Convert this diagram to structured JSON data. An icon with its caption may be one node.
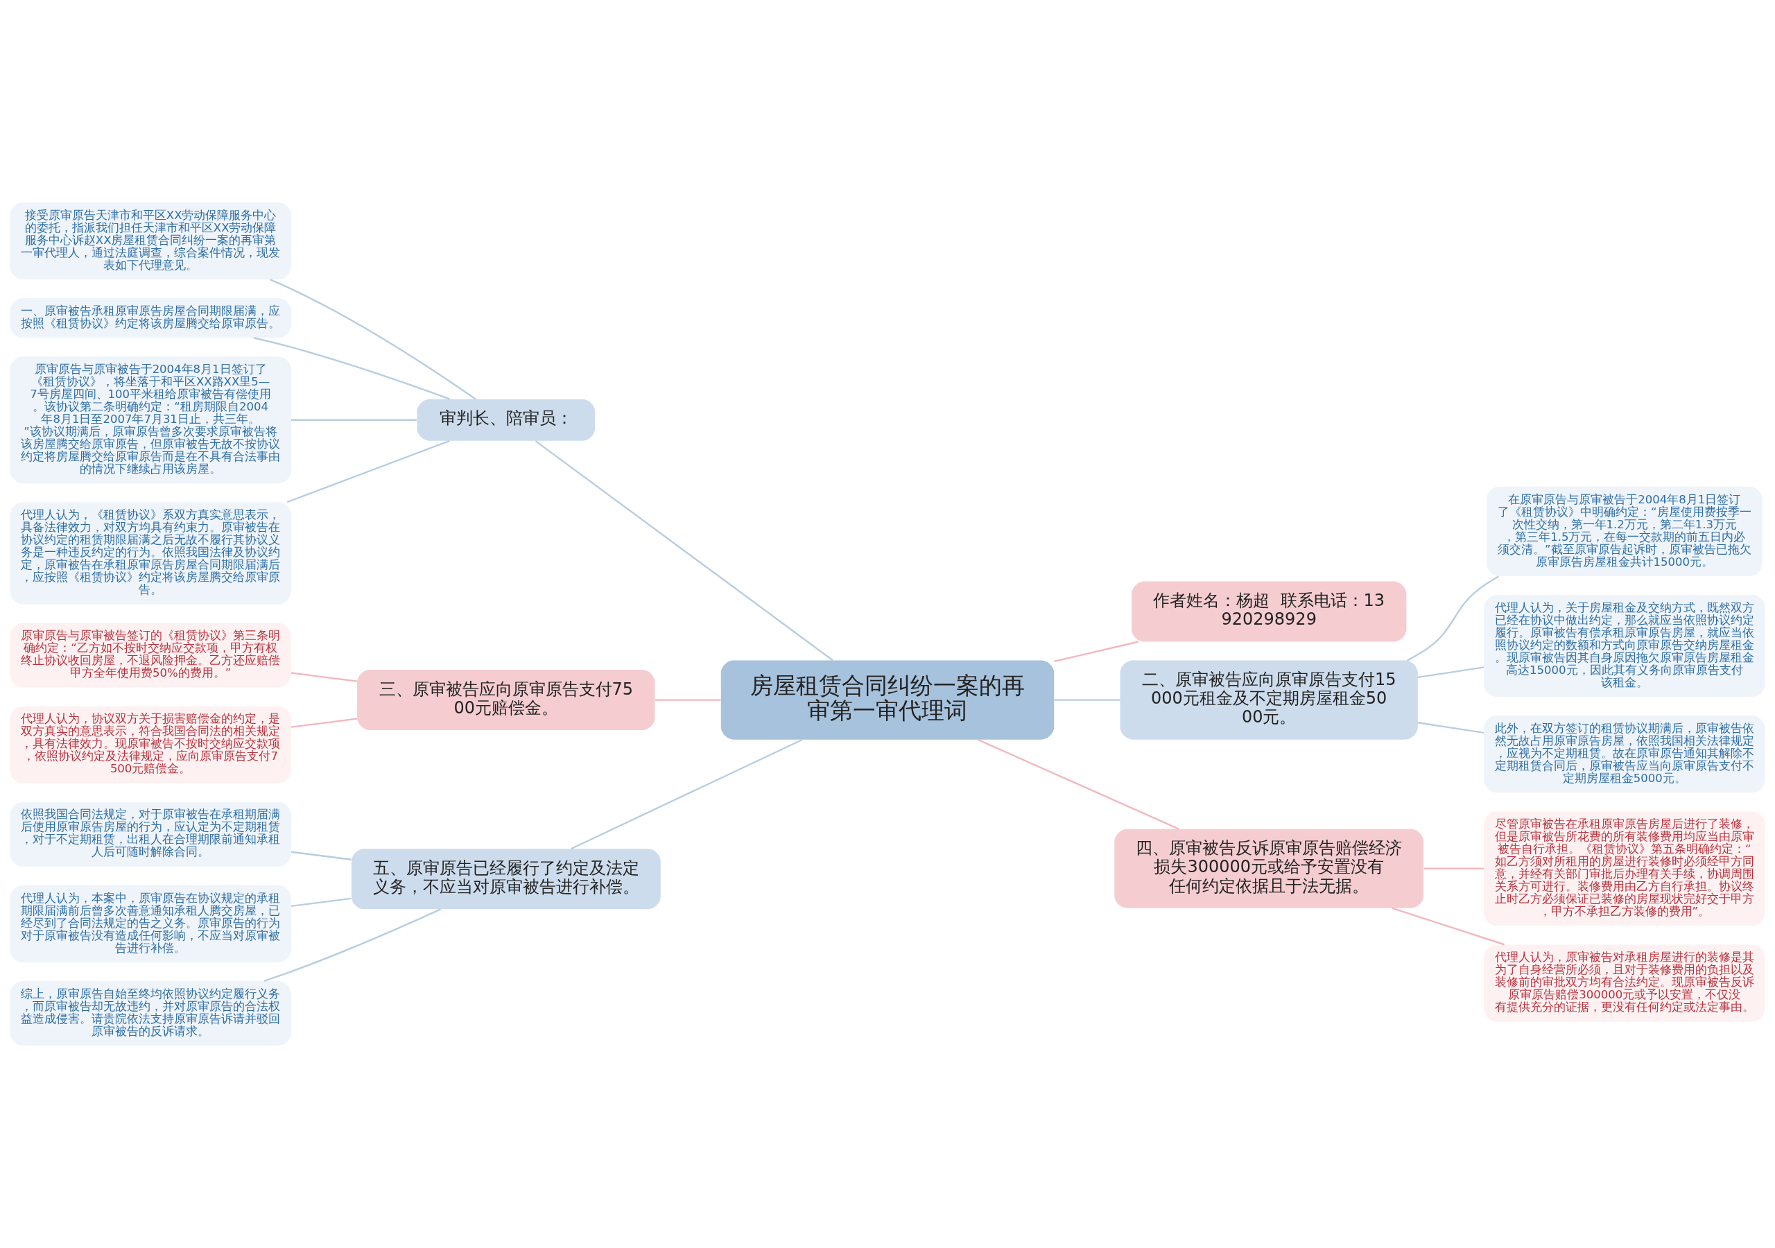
{
  "diagram": {
    "nodes": [
      {
        "text": [
          "房屋租赁合同纠纷一案的再审第一审代理词"
        ]
      },
      {
        "text": [
          "审判长、陪审员："
        ]
      },
      {
        "text": [
          "接受原审原告天津市和平区XX劳动保障服务中心的委托，指派我们担任天津市和平区XX劳动保障服务中心诉赵XX房屋租赁合同纠纷一案的再审第一审代理人，通过法庭调查，综合案件情况，现发表如下代理意见。"
        ]
      },
      {
        "text": [
          "一、原审被告承租原审原告房屋合同期限届满，应按照《租赁协议》约定将该房屋腾交给原审原告。"
        ]
      },
      {
        "text": [
          "原审原告与原审被告于2004年8月1日签订了《租赁协议》，将坐落于和平区XX路XX里5—7号房屋四间、100平米租给原审被告有偿使用。该协议第二条明确约定：“租房期限自2004年8月1日至2007年7月31日止，共三年。”该协议期满后，原审原告曾多次要求原审被告将该房屋腾交给原审原告，但原审被告无故不按协议约定将房屋腾交给原审原告而是在不具有合法事由的情况下继续占用该房屋。"
        ]
      },
      {
        "text": [
          "代理人认为，《租赁协议》系双方真实意思表示，具备法律效力，对双方均具有约束力。原审被告在协议约定的租赁期限届满之后无故不履行其协议义务是一种违反约定的行为。依照我国法律及协议约定，原审被告在承租原审原告房屋合同期限届满后，应按照《租赁协议》约定将该房屋腾交给原审原告。"
        ]
      },
      {
        "text": [
          "作者姓名：杨超  联系电话：13920298929"
        ]
      },
      {
        "text": [
          "二、原审被告应向原审原告支付15000元租金及不定期房屋租金5000元。"
        ]
      },
      {
        "text": [
          "在原审原告与原审被告于2004年8月1日签订了《租赁协议》中明确约定：“房屋使用费按季一次性交纳，第一年1.2万元，第二年1.3万元，第三年1.5万元，在每一交款期的前五日内必须交清。”截至原审原告起诉时，原审被告已拖欠原审原告房屋租金共计15000元。"
        ]
      },
      {
        "text": [
          "代理人认为，关于房屋租金及交纳方式，既然双方已经在协议中做出约定，那么就应当依照协议约定履行。原审被告有偿承租原审原告房屋，就应当依照协议约定的数额和方式向原审原告交纳房屋租金。现原审被告因其自身原因拖欠原审原告房屋租金高达15000元，因此其有义务向原审原告支付该租金。"
        ]
      },
      {
        "text": [
          "此外，在双方签订的租赁协议期满后，原审被告依然无故占用原审原告房屋，依照我国相关法律规定，应视为不定期租赁。故在原审原告通知其解除不定期租赁合同后，原审被告应当向原审原告支付不定期房屋租金5000元。"
        ]
      },
      {
        "text": [
          "三、原审被告应向原审原告支付7500元赔偿金。"
        ]
      },
      {
        "text": [
          "原审原告与原审被告签订的《租赁协议》第三条明确约定：“乙方如不按时交纳应交款项，甲方有权终止协议收回房屋，不退风险押金。乙方还应赔偿甲方全年使用费50%的费用。”"
        ]
      },
      {
        "text": [
          "代理人认为，协议双方关于损害赔偿金的约定，是双方真实的意思表示，符合我国合同法的相关规定，具有法律效力。现原审被告不按时交纳应交款项，依照协议约定及法律规定，应向原审原告支付7500元赔偿金。"
        ]
      },
      {
        "text": [
          "四、原审被告反诉原审原告赔偿经济损失300000元或给予安置没有任何约定依据且于法无据。"
        ]
      },
      {
        "text": [
          "尽管原审被告在承租原审原告房屋后进行了装修，但是原审被告所花费的所有装修费用均应当由原审被告自行承担。《租赁协议》第五条明确约定：“如乙方须对所租用的房屋进行装修时必须经甲方同意，并经有关部门审批后办理有关手续，协调周围关系方可进行。装修费用由乙方自行承担。协议终止时乙方必须保证已装修的房屋现状完好交于甲方，甲方不承担乙方装修的费用”。"
        ]
      },
      {
        "text": [
          "代理人认为，原审被告对承租房屋进行的装修是其为了自身经营所必须，且对于装修费用的负担以及装修前的审批双方均有合法约定。现原审被告反诉原审原告赔偿300000元或予以安置，不仅没有提供充分的证据，更没有任何约定或法定事由。"
        ]
      },
      {
        "text": [
          "五、原审原告已经履行了约定及法定义务，不应当对原审被告进行补偿。"
        ]
      },
      {
        "text": [
          "依照我国合同法规定，对于原审被告在承租期届满后使用原审原告房屋的行为，应认定为不定期租赁，对于不定期租赁，出租人在合理期限前通知承租人后可随时解除合同。"
        ]
      },
      {
        "text": [
          "代理人认为，本案中，原审原告在协议规定的承租期限届满前后曾多次善意通知承租人腾交房屋，已经尽到了合同法规定的告之义务。原审原告的行为对于原审被告没有造成任何影响，不应当对原审被告进行补偿。"
        ]
      },
      {
        "text": [
          "综上，原审原告自始至终均依照协议约定履行义务，而原审被告却无故违约，并对原审原告的合法权益造成侵害。请贵院依法支持原审原告诉请并驳回原审被告的反诉请求。"
        ]
      }
    ],
    "edges": [
      {
        "from": 0,
        "to": 1,
        "arrow": "none"
      },
      {
        "from": 1,
        "to": 2,
        "arrow": "none"
      },
      {
        "from": 1,
        "to": 3,
        "arrow": "none"
      },
      {
        "from": 1,
        "to": 4,
        "arrow": "none"
      },
      {
        "from": 1,
        "to": 5,
        "arrow": "none"
      },
      {
        "from": 0,
        "to": 6,
        "arrow": "none",
        "color": "#f2b8bf"
      },
      {
        "from": 0,
        "to": 7,
        "arrow": "none"
      },
      {
        "from": 7,
        "to": 8,
        "arrow": "none"
      },
      {
        "from": 7,
        "to": 9,
        "arrow": "none"
      },
      {
        "from": 7,
        "to": 10,
        "arrow": "none"
      },
      {
        "from": 0,
        "to": 11,
        "arrow": "none",
        "color": "#f2b8bf"
      },
      {
        "from": 11,
        "to": 12,
        "arrow": "none",
        "color": "#f2b8bf"
      },
      {
        "from": 11,
        "to": 13,
        "arrow": "none",
        "color": "#f2b8bf"
      },
      {
        "from": 0,
        "to": 14,
        "arrow": "none",
        "color": "#f2b8bf"
      },
      {
        "from": 14,
        "to": 15,
        "arrow": "none",
        "color": "#f2b8bf"
      },
      {
        "from": 14,
        "to": 16,
        "arrow": "none",
        "color": "#f2b8bf"
      },
      {
        "from": 0,
        "to": 17,
        "arrow": "none"
      },
      {
        "from": 17,
        "to": 18,
        "arrow": "none"
      },
      {
        "from": 17,
        "to": 19,
        "arrow": "none"
      },
      {
        "from": 17,
        "to": 20,
        "arrow": "none"
      }
    ]
  }
}
